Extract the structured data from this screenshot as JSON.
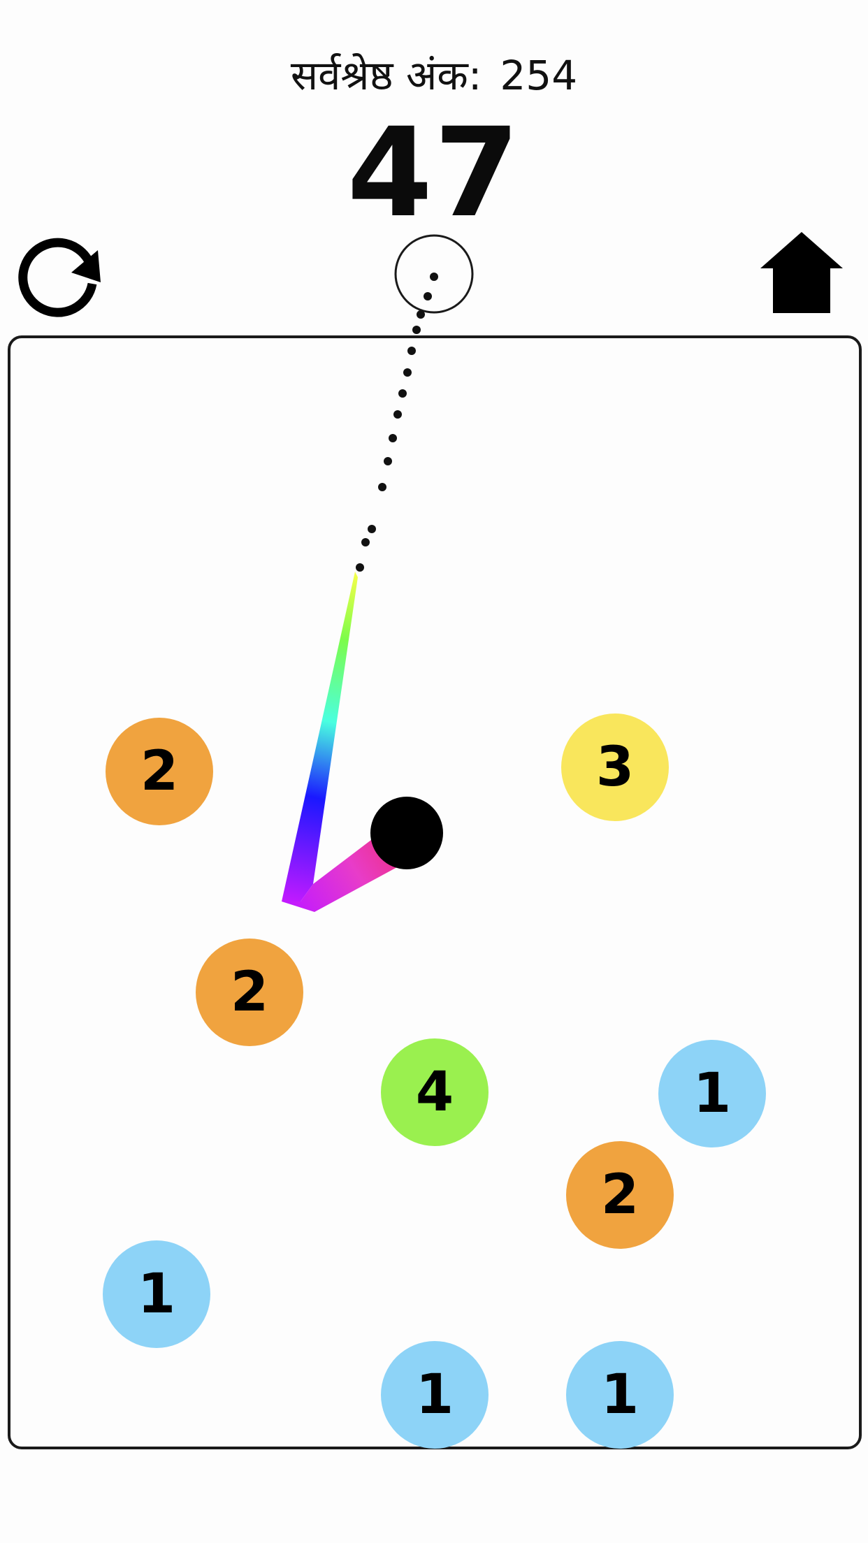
{
  "hud": {
    "best_score_label": "सर्वश्रेष्ठ अंक:",
    "best_score_value": "254",
    "current_score": "47"
  },
  "controls": {
    "restart_icon": "restart-icon",
    "home_icon": "home-icon",
    "launcher_icon": "launcher-circle"
  },
  "colors": {
    "hits_1": "#8dd3f7",
    "hits_2": "#f0a33f",
    "hits_3": "#f9e65c",
    "hits_4": "#9af04f",
    "ball": "#000000",
    "board_border": "#1a1a1a"
  },
  "balls": [
    {
      "value": "2",
      "level": 2
    },
    {
      "value": "3",
      "level": 3
    },
    {
      "value": "2",
      "level": 2
    },
    {
      "value": "4",
      "level": 4
    },
    {
      "value": "1",
      "level": 1
    },
    {
      "value": "2",
      "level": 2
    },
    {
      "value": "1",
      "level": 1
    },
    {
      "value": "1",
      "level": 1
    },
    {
      "value": "1",
      "level": 1
    }
  ]
}
